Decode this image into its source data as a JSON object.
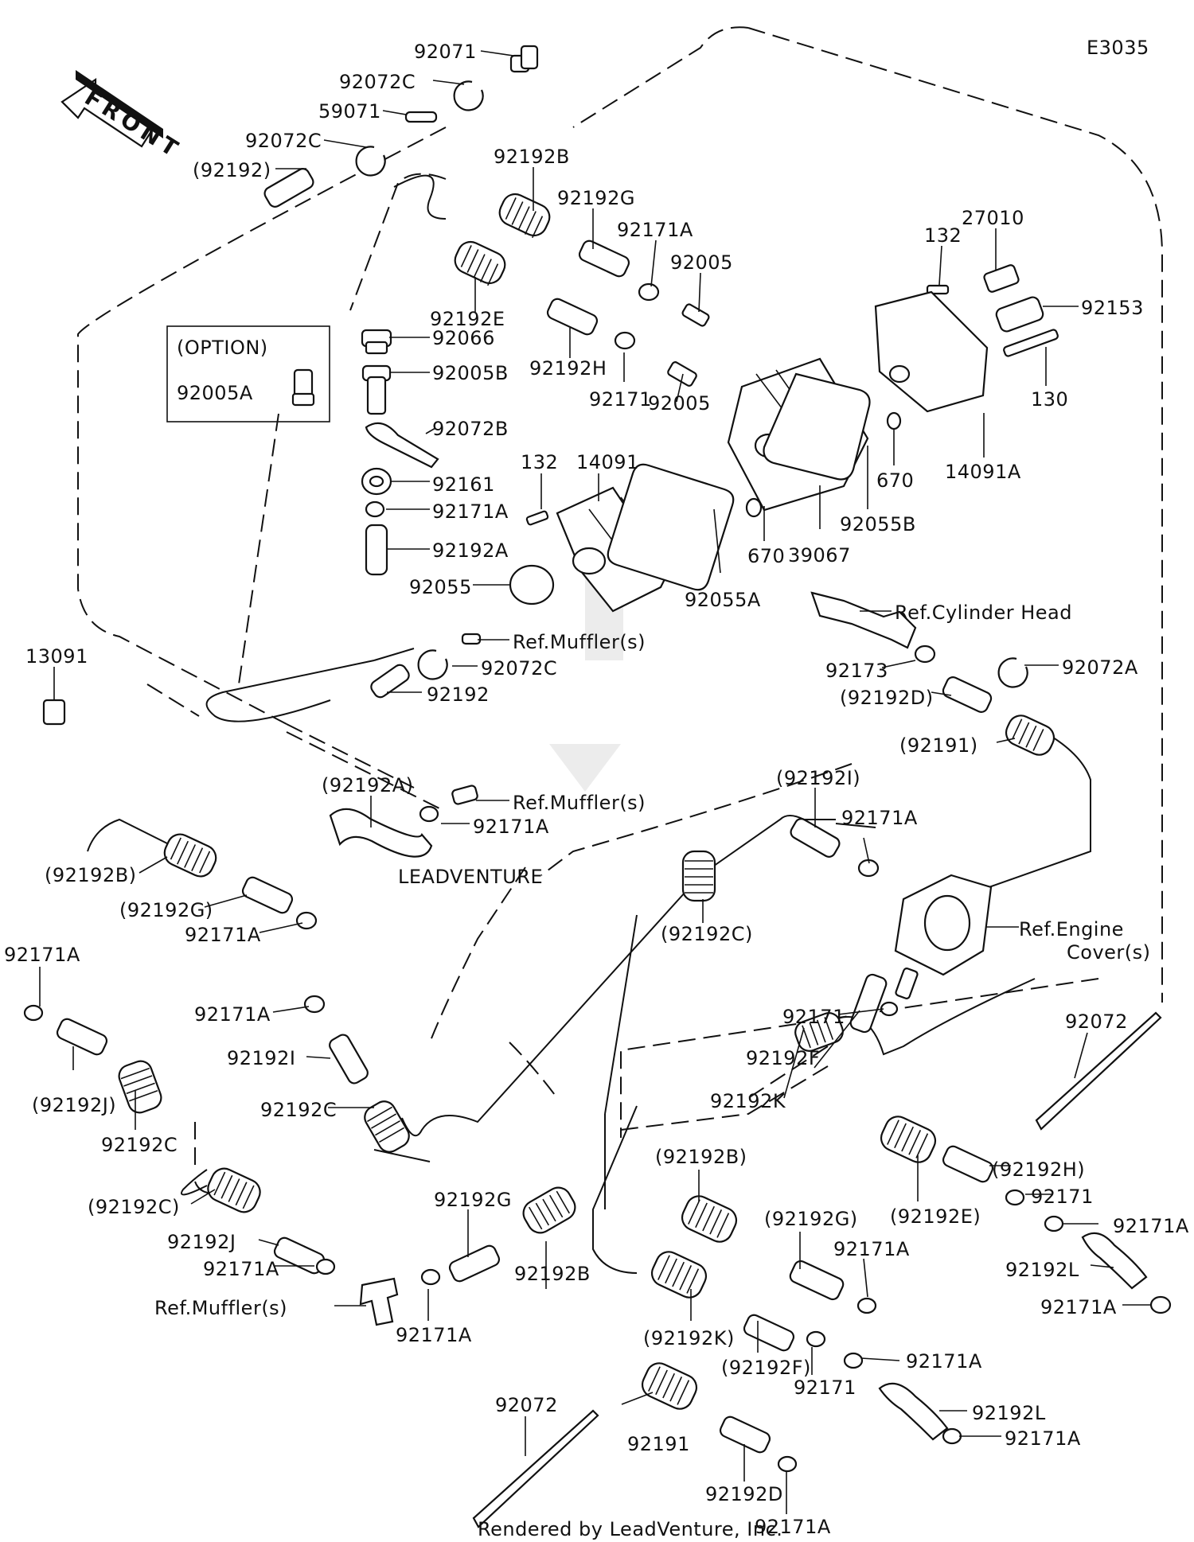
{
  "diagram_code": "E3035",
  "front_arrow_text": "FRONT",
  "footer": "Rendered by LeadVenture, Inc.",
  "watermark": "LEADVENTURE",
  "option_box": {
    "title": "(OPTION)",
    "part": "92005A"
  },
  "labels": [
    {
      "id": "92071",
      "text": "92071"
    },
    {
      "id": "92072C-top",
      "text": "92072C"
    },
    {
      "id": "59071",
      "text": "59071"
    },
    {
      "id": "92072C-2",
      "text": "92072C"
    },
    {
      "id": "92192-paren-top",
      "text": "(92192)"
    },
    {
      "id": "92192B-top",
      "text": "92192B"
    },
    {
      "id": "92192G-top",
      "text": "92192G"
    },
    {
      "id": "92171A-top",
      "text": "92171A"
    },
    {
      "id": "92005-top",
      "text": "92005"
    },
    {
      "id": "27010",
      "text": "27010"
    },
    {
      "id": "132-top",
      "text": "132"
    },
    {
      "id": "92153",
      "text": "92153"
    },
    {
      "id": "92192E-top",
      "text": "92192E"
    },
    {
      "id": "92066",
      "text": "92066"
    },
    {
      "id": "92005B",
      "text": "92005B"
    },
    {
      "id": "92192H-top",
      "text": "92192H"
    },
    {
      "id": "92171-top",
      "text": "92171"
    },
    {
      "id": "92005-mid",
      "text": "92005"
    },
    {
      "id": "130",
      "text": "130"
    },
    {
      "id": "92072B",
      "text": "92072B"
    },
    {
      "id": "670-right",
      "text": "670"
    },
    {
      "id": "14091A",
      "text": "14091A"
    },
    {
      "id": "92161",
      "text": "92161"
    },
    {
      "id": "132-mid",
      "text": "132"
    },
    {
      "id": "14091",
      "text": "14091"
    },
    {
      "id": "92171A-mid",
      "text": "92171A"
    },
    {
      "id": "92055B",
      "text": "92055B"
    },
    {
      "id": "92192A",
      "text": "92192A"
    },
    {
      "id": "670-mid",
      "text": "670"
    },
    {
      "id": "39067",
      "text": "39067"
    },
    {
      "id": "92055",
      "text": "92055"
    },
    {
      "id": "92055A",
      "text": "92055A"
    },
    {
      "id": "ref-cyl-head",
      "text": "Ref.Cylinder Head"
    },
    {
      "id": "ref-muffler-1",
      "text": "Ref.Muffler(s)"
    },
    {
      "id": "13091",
      "text": "13091"
    },
    {
      "id": "92072C-mid",
      "text": "92072C"
    },
    {
      "id": "92173",
      "text": "92173"
    },
    {
      "id": "92072A",
      "text": "92072A"
    },
    {
      "id": "92192-mid",
      "text": "92192"
    },
    {
      "id": "92192D-paren",
      "text": "(92192D)"
    },
    {
      "id": "92191-paren",
      "text": "(92191)"
    },
    {
      "id": "92192A-paren",
      "text": "(92192A)"
    },
    {
      "id": "ref-muffler-2",
      "text": "Ref.Muffler(s)"
    },
    {
      "id": "92192I-paren",
      "text": "(92192I)"
    },
    {
      "id": "92171A-c1",
      "text": "92171A"
    },
    {
      "id": "92171A-c2",
      "text": "92171A"
    },
    {
      "id": "92192B-paren-l",
      "text": "(92192B)"
    },
    {
      "id": "92192G-paren-l",
      "text": "(92192G)"
    },
    {
      "id": "92171A-l",
      "text": "92171A"
    },
    {
      "id": "92192C-paren-c",
      "text": "(92192C)"
    },
    {
      "id": "ref-engine-cover-1",
      "text": "Ref.Engine"
    },
    {
      "id": "ref-engine-cover-2",
      "text": "Cover(s)"
    },
    {
      "id": "92171A-far-l",
      "text": "92171A"
    },
    {
      "id": "92171A-bl",
      "text": "92171A"
    },
    {
      "id": "92171-c",
      "text": "92171"
    },
    {
      "id": "92072-r",
      "text": "92072"
    },
    {
      "id": "92192I-bl",
      "text": "92192I"
    },
    {
      "id": "92192F",
      "text": "92192F"
    },
    {
      "id": "92192J-paren",
      "text": "(92192J)"
    },
    {
      "id": "92192K",
      "text": "92192K"
    },
    {
      "id": "92192C-bl",
      "text": "92192C"
    },
    {
      "id": "92192C-l",
      "text": "92192C"
    },
    {
      "id": "92192B-paren-c",
      "text": "(92192B)"
    },
    {
      "id": "92192H-paren",
      "text": "(92192H)"
    },
    {
      "id": "92192C-paren-l",
      "text": "(92192C)"
    },
    {
      "id": "92192G-bl",
      "text": "92192G"
    },
    {
      "id": "92192E-paren",
      "text": "(92192E)"
    },
    {
      "id": "92171-r",
      "text": "92171"
    },
    {
      "id": "92171A-r1",
      "text": "92171A"
    },
    {
      "id": "92192G-paren-c",
      "text": "(92192G)"
    },
    {
      "id": "92192J",
      "text": "92192J"
    },
    {
      "id": "92171A-c3",
      "text": "92171A"
    },
    {
      "id": "92171A-bl2",
      "text": "92171A"
    },
    {
      "id": "92192B-b",
      "text": "92192B"
    },
    {
      "id": "92192L-r",
      "text": "92192L"
    },
    {
      "id": "ref-muffler-3",
      "text": "Ref.Muffler(s)"
    },
    {
      "id": "92171A-b",
      "text": "92171A"
    },
    {
      "id": "92192K-paren",
      "text": "(92192K)"
    },
    {
      "id": "92192F-paren",
      "text": "(92192F)"
    },
    {
      "id": "92171A-r2",
      "text": "92171A"
    },
    {
      "id": "92171-b",
      "text": "92171"
    },
    {
      "id": "92171A-b2",
      "text": "92171A"
    },
    {
      "id": "92192L-b",
      "text": "92192L"
    },
    {
      "id": "92072-b",
      "text": "92072"
    },
    {
      "id": "92191",
      "text": "92191"
    },
    {
      "id": "92171A-b3",
      "text": "92171A"
    },
    {
      "id": "92192D",
      "text": "92192D"
    },
    {
      "id": "92171A-b4",
      "text": "92171A"
    }
  ]
}
